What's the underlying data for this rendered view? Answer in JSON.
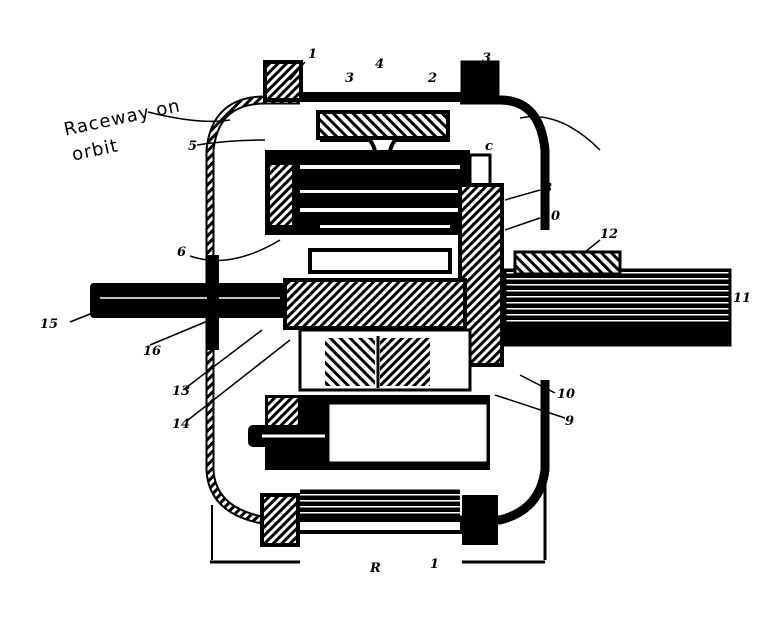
{
  "annotation": {
    "line1": "Raceway on",
    "line2": "orbit"
  },
  "labels": [
    "1",
    "3",
    "4",
    "2",
    "3",
    "5",
    "c",
    "8",
    "10",
    "12",
    "11",
    "6",
    "15",
    "16",
    "13",
    "14",
    "10",
    "9",
    "R",
    "1"
  ],
  "colors": {
    "ink": "#000000",
    "paper": "#ffffff"
  }
}
